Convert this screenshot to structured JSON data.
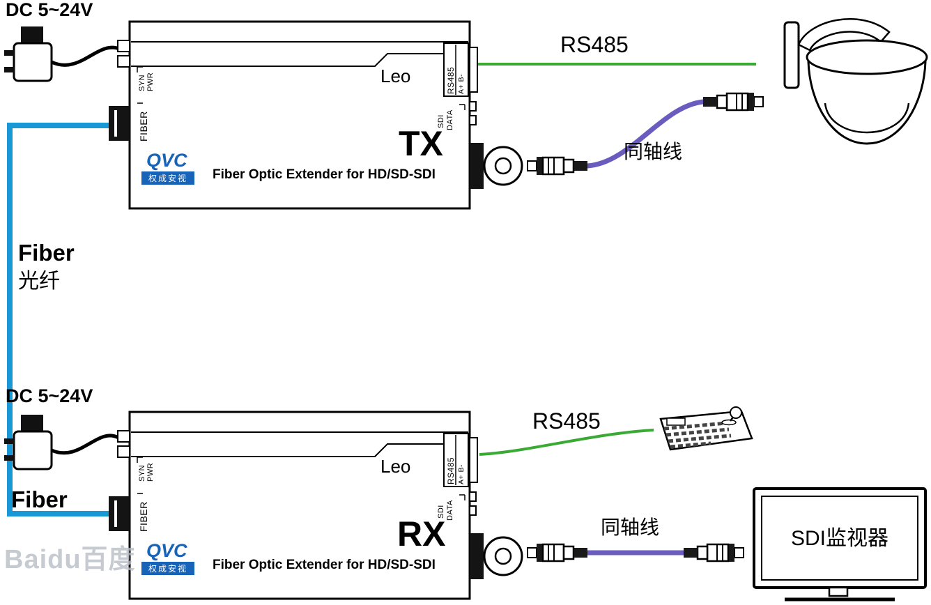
{
  "page": {
    "watermark": "Baidu百度"
  },
  "colors": {
    "fiber_cable": "#1899d6",
    "rs485_cable": "#3aaa35",
    "coax_cable": "#6a5bbf",
    "brand_blue": "#1763b8"
  },
  "power": {
    "top_label": "DC 5~24V",
    "bottom_label": "DC 5~24V"
  },
  "fiber": {
    "label_en": "Fiber",
    "label_cn": "光纤",
    "bottom_label": "Fiber"
  },
  "links": {
    "rs485_top": "RS485",
    "rs485_bottom": "RS485",
    "coax_top": "同轴线",
    "coax_bottom": "同轴线"
  },
  "devices": {
    "tx": {
      "mode": "TX",
      "model": "Leo",
      "product": "Fiber Optic Extender for HD/SD-SDI",
      "brand": "QVC",
      "brand_sub": "权成安视",
      "ports": {
        "syn": "SYN",
        "pwr": "PWR",
        "fiber": "FIBER",
        "rs485": "RS485",
        "rs485_pins": "A+ B-",
        "sdi": "SDI",
        "data": "DATA"
      }
    },
    "rx": {
      "mode": "RX",
      "model": "Leo",
      "product": "Fiber Optic Extender for HD/SD-SDI",
      "brand": "QVC",
      "brand_sub": "权成安视",
      "ports": {
        "syn": "SYN",
        "pwr": "PWR",
        "fiber": "FIBER",
        "rs485": "RS485",
        "rs485_pins": "A+ B-",
        "sdi": "SDI",
        "data": "DATA"
      }
    }
  },
  "peripherals": {
    "camera_icon": "ptz-dome-camera",
    "keyboard_icon": "rs485-keyboard-controller",
    "monitor_label": "SDI监视器"
  }
}
